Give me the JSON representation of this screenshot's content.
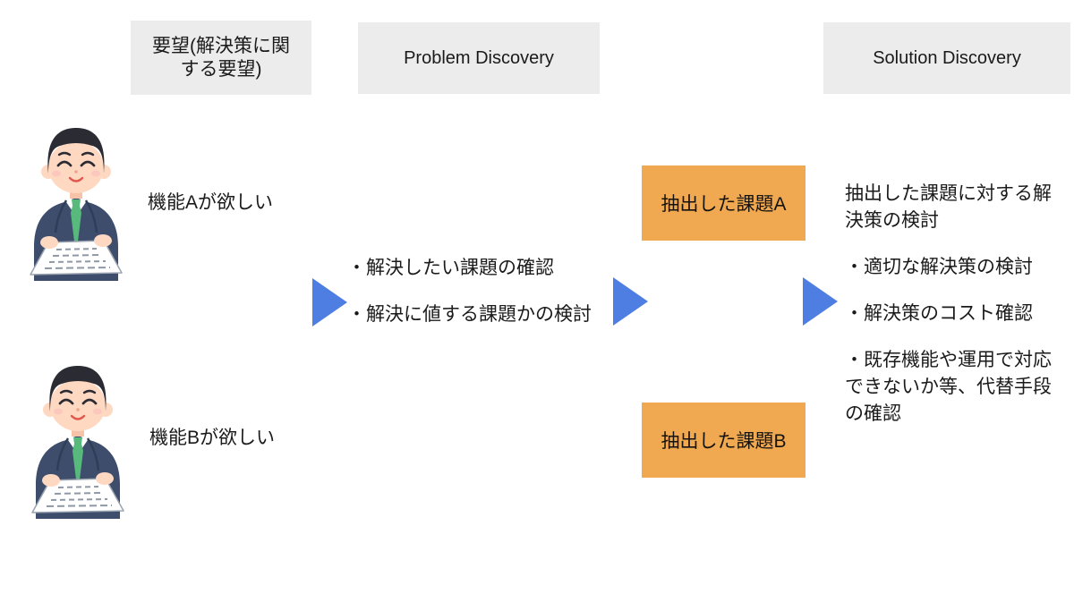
{
  "colors": {
    "page_bg": "#ffffff",
    "header_bg": "#ececec",
    "accent_orange": "#f1a951",
    "arrow_blue": "#4f7ee3",
    "text_color": "#1a1a1a"
  },
  "headers": {
    "requests": "要望(解決策に関\nする要望)",
    "problem_discovery": "Problem Discovery",
    "solution_discovery": "Solution Discovery"
  },
  "requests_column": {
    "request_a": "機能Aが欲しい",
    "request_b": "機能Bが欲しい"
  },
  "problem_column": {
    "bullets": [
      "・解決したい課題の確認",
      "・解決に値する課題かの検討"
    ]
  },
  "extracted": {
    "issue_a": "抽出した課題A",
    "issue_b": "抽出した課題B"
  },
  "solution_column": {
    "heading": "抽出した課題に対する解\n決策の検討",
    "bullets": [
      "・適切な解決策の検討",
      "・解決策のコスト確認",
      "・既存機能や運用で対応\nできないか等、代替手段\nの確認"
    ]
  }
}
